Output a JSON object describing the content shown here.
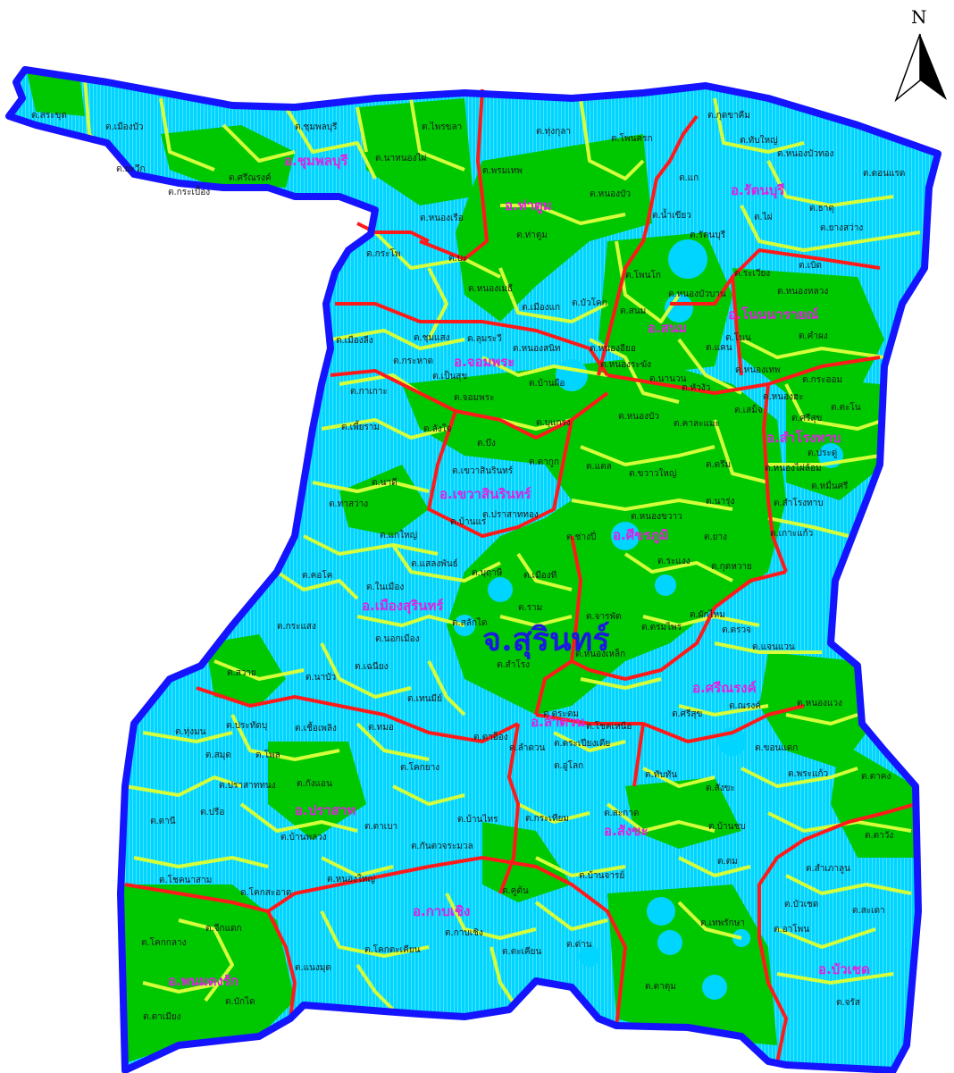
{
  "province_label": "จ.สุรินทร์",
  "north_label": "N",
  "colors": {
    "water": "#00d5ff",
    "forest": "#00c800",
    "subdistrict_border": "#d4ff3a",
    "district_border": "#ff1a1a",
    "province_border": "#1414ff",
    "district_label": "#e020e0",
    "province_label": "#1a1ae0"
  },
  "districts": [
    "อ.ชุมพลบุรี",
    "อ.ท่าตูม",
    "อ.รัตนบุรี",
    "อ.โนนนารายณ์",
    "อ.สนม",
    "อ.จอมพระ",
    "อ.สำโรงทาบ",
    "อ.เขวาสินรินทร์",
    "อ.ศีขรภูมิ",
    "อ.เมืองสุรินทร์",
    "อ.ศรีณรงค์",
    "อ.ลำดวน",
    "อ.ปราสาท",
    "อ.สังขะ",
    "อ.กาบเชิง",
    "อ.พนมดงรัก",
    "อ.บัวเชด"
  ],
  "subdistricts": [
    "ต.สระขุด",
    "ต.เมืองบัว",
    "ต.ชุมพลบุรี",
    "ต.ไพรขลา",
    "ต.ทุ่งกุลา",
    "ต.กุดขาคีม",
    "ต.ทับใหญ่",
    "ต.ยะวึก",
    "ต.นาหนองไผ่",
    "ต.โพนครก",
    "ต.หนองบัวทอง",
    "ต.กระเบื้อง",
    "ต.ศรีณรงค์",
    "ต.พรมเทพ",
    "ต.ดอนแรด",
    "ต.แก",
    "ต.หนองบัว",
    "ต.ธาตุ",
    "ต.หนองเรือ",
    "ต.น้ำเขียว",
    "ต.ไผ่",
    "ต.ยางสว่าง",
    "ต.ท่าตูม",
    "ต.รัตนบุรี",
    "ต.กระโพ",
    "ต.บะ",
    "ต.เบิด",
    "ต.โพนโก",
    "ต.ระเวียง",
    "ต.หนองเมธี",
    "ต.บัวโคก",
    "ต.หนองหลวง",
    "ต.หนองบัวบาน",
    "ต.เมืองแก",
    "ต.สนม",
    "ต.โนน",
    "ต.คำผง",
    "ต.เมืองลีง",
    "ต.ชุมแสง",
    "ต.ลุมระวี",
    "ต.หนองสนิท",
    "ต.หนองอียอ",
    "ต.แคน",
    "ต.กระหาด",
    "ต.หนองระฆัง",
    "ต.หนองเทพ",
    "ต.เป็นสุข",
    "ต.นานวน",
    "ต.กระออม",
    "ต.กาเกาะ",
    "ต.บ้านผือ",
    "ต.หัวงัว",
    "ต.หนองฮะ",
    "ต.จอมพระ",
    "ต.เสม็จ",
    "ต.ตะโน",
    "ต.หนองบัว",
    "ต.ศรีสุข",
    "ต.เพี้ยราม",
    "ต.บุแกรง",
    "ต.คาละแมะ",
    "ต.ลังใจ",
    "ต.บึง",
    "ต.ประดู่",
    "ต.เขวาสินรินทร์",
    "ต.ตากูก",
    "ต.ตรึม",
    "ต.แตล",
    "ต.หนองไผ่ล้อม",
    "ต.ขวาวใหญ่",
    "ต.หมื่นศรี",
    "ต.นาดี",
    "ต.ปราสาททอง",
    "ต.นารุ่ง",
    "ต.สำโรงทาบ",
    "ต.ท่าสว่าง",
    "ต.บ้านแร่",
    "ต.หนองขวาว",
    "ต.แกใหญ่",
    "ต.ช่างปี่",
    "ต.ยาง",
    "ต.เกาะแก้ว",
    "ต.แสลงพันธ์",
    "ต.ระแงง",
    "ต.กุดหวาย",
    "ต.คอโค",
    "ต.บุฤาษี",
    "ต.เมืองที",
    "ต.ในเมือง",
    "ต.ผักไหม",
    "ต.จารพัต",
    "ต.กระแสง",
    "ต.สลักได",
    "ต.ราม",
    "ต.ตรมไพร",
    "ต.ตรวจ",
    "ต.นอกเมือง",
    "ต.แจนแวน",
    "ต.หนองเหล็ก",
    "ต.สวาย",
    "ต.นาบัว",
    "ต.เฉนียง",
    "ต.สำโรง",
    "ต.ณรงค์",
    "ต.หนองแวง",
    "ต.เทนมีย์",
    "ต.ตระตม",
    "ต.โชคเหนือ",
    "ต.ศรีสุข",
    "ต.ทุ่งมน",
    "ต.ประทัดบุ",
    "ต.เชื้อเพลิง",
    "ต.ทมอ",
    "ต.ตาอ็อง",
    "ต.ขอนแตก",
    "ต.สมุด",
    "ต.โพล",
    "ต.ลำดวน",
    "ต.ตระเปียงเตีย",
    "ต.โคกยาง",
    "ต.อู่โลก",
    "ต.พระแก้ว",
    "ต.ตาคง",
    "ต.ปราสาททนง",
    "ต.กังแอน",
    "ต.ทับทัน",
    "ต.สังขะ",
    "ต.ตานี",
    "ต.ปรือ",
    "ต.ตาเบา",
    "ต.บ้านไทร",
    "ต.กระเทียม",
    "ต.สะกาด",
    "ต.บ้านชบ",
    "ต.ตาวัง",
    "ต.บ้านพลวง",
    "ต.กันตวจระมวล",
    "ต.ตม",
    "ต.โชคนาสาม",
    "ต.หนองใหญ่",
    "ต.บ้านจารย์",
    "ต.สำเภาลูน",
    "ต.โคกสะอาด",
    "ต.คูต้น",
    "ต.บัวเชด",
    "ต.สะเดา",
    "ต.จีกแดก",
    "ต.เทพรักษา",
    "ต.โคกกลาง",
    "ต.กาบเชิง",
    "ต.อาโพน",
    "ต.โคกตะเคียน",
    "ต.ตะเคียน",
    "ต.ด่าน",
    "ต.แนงมุด",
    "ต.ตาตุม",
    "ต.ตาเมียง",
    "ต.บักได",
    "ต.จรัส"
  ]
}
